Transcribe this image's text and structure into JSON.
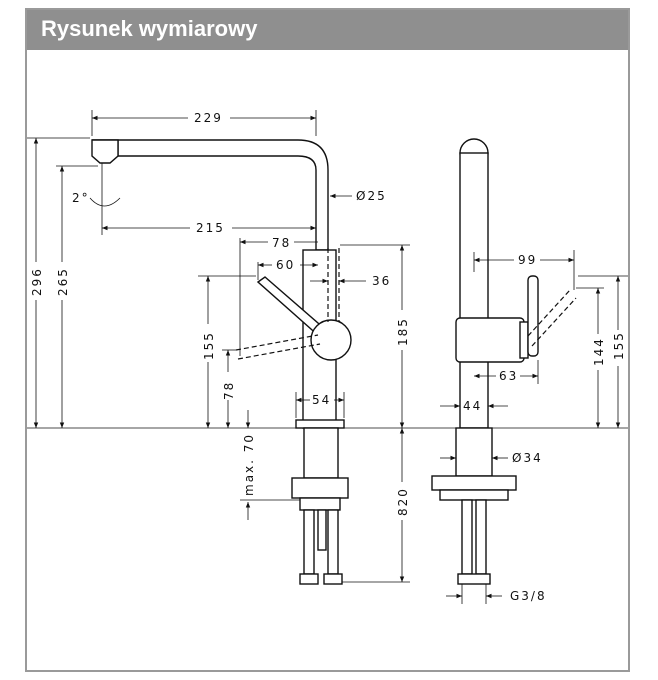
{
  "header": {
    "title": "Rysunek wymiarowy"
  },
  "front_view": {
    "spout_reach": "229",
    "spout_angle": "2°",
    "outlet_reach": "215",
    "spout_diameter": "Ø25",
    "handle_reach": "78",
    "handle_offset": "60",
    "handle_width": "36",
    "total_height": "296",
    "outlet_height": "265",
    "handle_height": "155",
    "handle_base_height": "78",
    "body_height": "185",
    "base_width": "54",
    "max_deck": "max. 70",
    "hose_length": "820"
  },
  "side_view": {
    "handle_reach": "99",
    "handle_depth": "63",
    "handle_height_upper": "155",
    "handle_height_lower": "144",
    "body_width": "44",
    "hole_diameter": "Ø34",
    "thread": "G3/8"
  }
}
